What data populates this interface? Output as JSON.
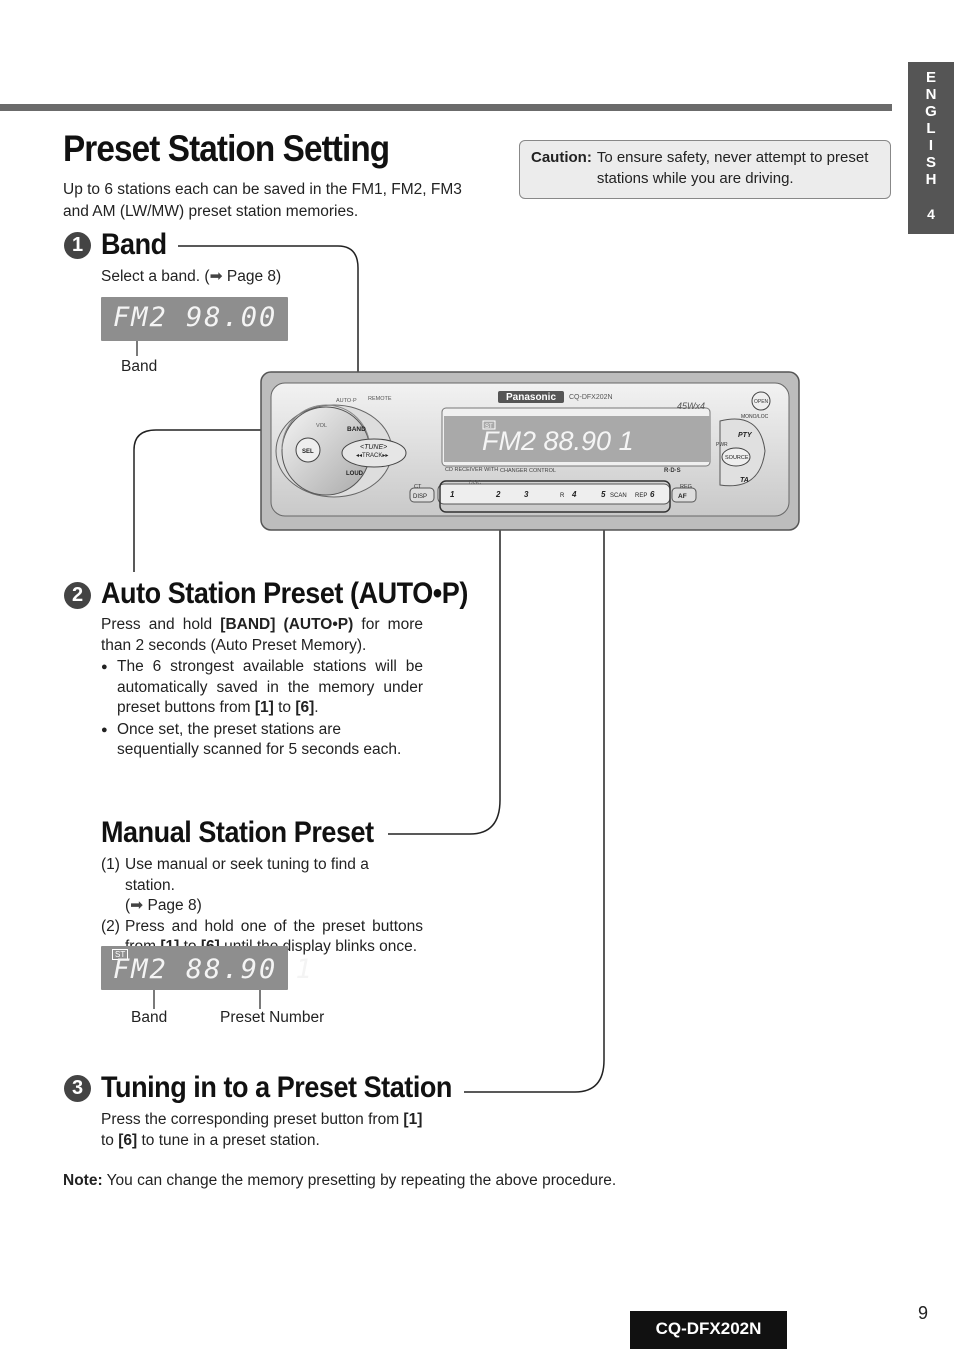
{
  "sidebar": {
    "letters": [
      "E",
      "N",
      "G",
      "L",
      "I",
      "S",
      "H"
    ],
    "chapter": "4"
  },
  "page": {
    "title": "Preset Station Setting",
    "intro": "Up to 6 stations each can be saved in the FM1, FM2, FM3 and AM (LW/MW) preset station memories."
  },
  "caution": {
    "label": "Caution:",
    "text": "To ensure safety, never attempt to preset stations while you are driving."
  },
  "band": {
    "num": "1",
    "title": "Band",
    "text_before": "Select a band. (",
    "arrow": "➡",
    "text_after": " Page 8)",
    "display": "FM2 98.00",
    "caption": "Band"
  },
  "auto": {
    "num": "2",
    "title": "Auto Station Preset (AUTO•P)",
    "line1_pre": "Press and hold ",
    "line1_bold": "[BAND] (AUTO•P)",
    "line1_post": " for more than 2 seconds (Auto Preset Memory).",
    "bullet": "●",
    "b1_pre": "The 6 strongest available stations will be automatically saved in the memory under preset buttons from ",
    "b1_k1": "[1]",
    "b1_mid": " to ",
    "b1_k2": "[6]",
    "b1_end": ".",
    "b2": "Once set, the preset stations are sequentially scanned for 5 seconds each."
  },
  "manual": {
    "title": "Manual Station Preset",
    "s1_num": "(1)",
    "s1": "Use manual or seek tuning to find a station.",
    "s1_ref_arrow": "➡",
    "s1_ref": " Page 8)",
    "s1_ref_open": "(",
    "s2_num": "(2)",
    "s2_pre": "Press and hold one of the preset buttons from ",
    "s2_k1": "[1]",
    "s2_mid": " to ",
    "s2_k2": "[6]",
    "s2_post": " until the display blinks once.",
    "display": "FM2 88.90 1",
    "badge": "ST",
    "cap_band": "Band",
    "cap_preset": "Preset Number"
  },
  "tuning": {
    "num": "3",
    "title": "Tuning in to a Preset Station",
    "pre": "Press the corresponding preset button from ",
    "k1": "[1]",
    "mid": " to ",
    "k2": "[6]",
    "post": " to tune in a preset station."
  },
  "note": {
    "label": "Note:",
    "text": " You can change the memory presetting by repeating the above procedure."
  },
  "device": {
    "brand": "Panasonic",
    "model": "CQ-DFX202N",
    "power": "45Wx4",
    "display": "FM2 88.90 1",
    "badge": "ST",
    "autop": "AUTO·P",
    "remote": "REMOTE",
    "band": "BAND",
    "sel": "SEL",
    "tune": "<TUNE>",
    "track": "◂◂TRACK▸▸",
    "loud": "LOUD",
    "vol": "VOL",
    "open": "OPEN",
    "monoloc": "MONO/LOC",
    "pty": "PTY",
    "pwr": "PWR",
    "source": "SOURCE",
    "ta": "TA",
    "cd_receiver": "CD RECEIVER WITH",
    "changer": "CHANGER CONTROL",
    "rds": "R·D·S",
    "ct": "CT",
    "disp": "DISP",
    "disc": "DISC",
    "reg": "REG",
    "af": "AF",
    "presets": [
      "1",
      "2",
      "3",
      "4",
      "5",
      "6"
    ],
    "r": "R",
    "scan": "SCAN",
    "rep": "REP"
  },
  "footer": {
    "model": "CQ-DFX202N",
    "page": "9"
  }
}
